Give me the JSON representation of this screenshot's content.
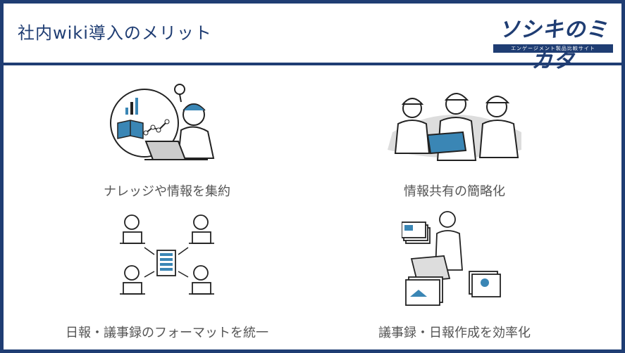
{
  "header": {
    "title": "社内wiki導入のメリット"
  },
  "logo": {
    "main": "ソシキのミカタ",
    "tagline": "エンゲージメント製品比較サイト"
  },
  "benefits": [
    {
      "label": "ナレッジや情報を集約"
    },
    {
      "label": "情報共有の簡略化"
    },
    {
      "label": "日報・議事録のフォーマットを統一"
    },
    {
      "label": "議事録・日報作成を効率化"
    }
  ],
  "colors": {
    "navy": "#1f3d73",
    "accent": "#3a86b5"
  }
}
